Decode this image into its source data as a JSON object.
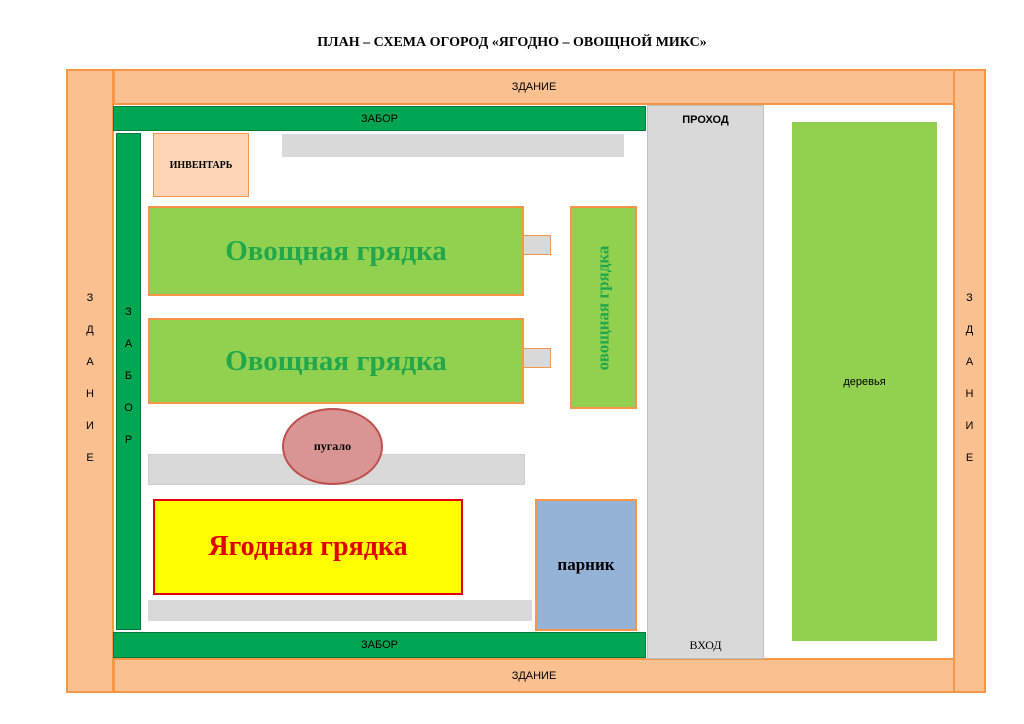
{
  "title": "ПЛАН – СХЕМА ОГОРОД «ЯГОДНО – ОВОЩНОЙ МИКС»",
  "building": {
    "top_label": "ЗДАНИЕ",
    "bottom_label": "ЗДАНИЕ",
    "left_letters": [
      "З",
      "Д",
      "А",
      "Н",
      "И",
      "Е"
    ],
    "right_letters": [
      "З",
      "Д",
      "А",
      "Н",
      "И",
      "Е"
    ]
  },
  "fence": {
    "top_label": "ЗАБОР",
    "bottom_label": "ЗАБОР",
    "left_letters": [
      "З",
      "А",
      "Б",
      "О",
      "Р"
    ]
  },
  "passage": {
    "top_label": "ПРОХОД",
    "bottom_label": "ВХОД"
  },
  "areas": {
    "inventory": "ИНВЕНТАРЬ",
    "veg_bed_1": "Овощная грядка",
    "veg_bed_2": "Овощная грядка",
    "veg_bed_vertical": "овощная грядка",
    "scarecrow": "пугало",
    "berry_bed": "Ягодная грядка",
    "greenhouse": "парник",
    "trees": "деревья"
  },
  "colors": {
    "building": "#fac090",
    "building_border": "#f79646",
    "fence": "#00a651",
    "bed": "#92d050",
    "path": "#d9d9d9",
    "berry_bed": "#ffff00",
    "berry_text": "#e00000",
    "greenhouse": "#95b3d7",
    "scarecrow": "#d99594"
  }
}
